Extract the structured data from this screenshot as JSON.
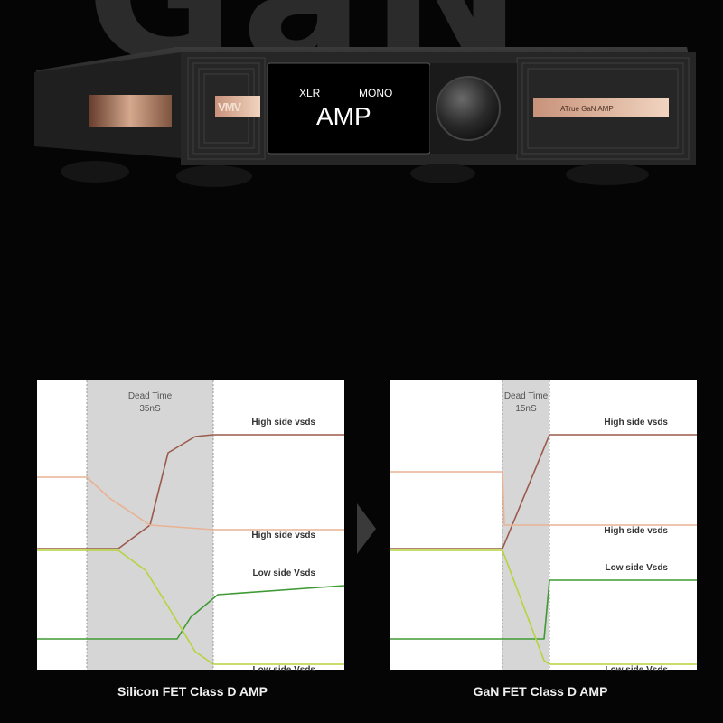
{
  "background_word": "GaN",
  "product": {
    "logo": "VMV",
    "screen": {
      "mode_left": "XLR",
      "mode_right": "MONO",
      "main": "AMP"
    },
    "side_label": "ATrue GaN AMP"
  },
  "transition_arrow": "arrow-right-icon",
  "colors": {
    "high_dark": "#9a5a4c",
    "high_light": "#e9b294",
    "low_dark": "#3f9a34",
    "low_light": "#b5d43c",
    "dead_band": "#d6d6d6"
  },
  "chart_data": [
    {
      "type": "line",
      "title": "Silicon FET Class D AMP",
      "annotation": "Dead Time\n35nS",
      "annotation_lines": [
        "Dead Time",
        "35nS"
      ],
      "dead_time_ns": 35,
      "x_range": [
        0,
        340
      ],
      "y_range": [
        0,
        320
      ],
      "dead_band": [
        55,
        195
      ],
      "series": [
        {
          "name": "High side vsds",
          "color": "#9a5a4c",
          "points": [
            [
              0,
              134
            ],
            [
              90,
              134
            ],
            [
              125,
              160
            ],
            [
              145,
              240
            ],
            [
              175,
              258
            ],
            [
              195,
              260
            ],
            [
              340,
              260
            ]
          ]
        },
        {
          "name": "High side vsds",
          "color": "#e9b294",
          "points": [
            [
              0,
              213
            ],
            [
              55,
              213
            ],
            [
              80,
              190
            ],
            [
              125,
              160
            ],
            [
              195,
              155
            ],
            [
              340,
              155
            ]
          ]
        },
        {
          "name": "Low side Vsds",
          "color": "#3f9a34",
          "points": [
            [
              0,
              34
            ],
            [
              155,
              34
            ],
            [
              170,
              58
            ],
            [
              200,
              83
            ],
            [
              340,
              93
            ]
          ]
        },
        {
          "name": "Low side Vsds",
          "color": "#b5d43c",
          "points": [
            [
              0,
              132
            ],
            [
              90,
              132
            ],
            [
              120,
              110
            ],
            [
              145,
              70
            ],
            [
              175,
              20
            ],
            [
              195,
              6
            ],
            [
              340,
              6
            ]
          ]
        }
      ]
    },
    {
      "type": "line",
      "title": "GaN FET Class D AMP",
      "annotation": "Dead Time\n15nS",
      "annotation_lines": [
        "Dead Time",
        "15nS"
      ],
      "dead_time_ns": 15,
      "x_range": [
        0,
        340
      ],
      "y_range": [
        0,
        320
      ],
      "dead_band": [
        125,
        177
      ],
      "series": [
        {
          "name": "High side vsds",
          "color": "#9a5a4c",
          "points": [
            [
              0,
              134
            ],
            [
              125,
              134
            ],
            [
              177,
              260
            ],
            [
              340,
              260
            ]
          ]
        },
        {
          "name": "High side vsds",
          "color": "#e9b294",
          "points": [
            [
              0,
              219
            ],
            [
              125,
              219
            ],
            [
              127,
              160
            ],
            [
              177,
              160
            ],
            [
              340,
              160
            ]
          ]
        },
        {
          "name": "Low side Vsds",
          "color": "#3f9a34",
          "points": [
            [
              0,
              34
            ],
            [
              171,
              34
            ],
            [
              177,
              99
            ],
            [
              340,
              99
            ]
          ]
        },
        {
          "name": "Low side Vsds",
          "color": "#b5d43c",
          "points": [
            [
              0,
              132
            ],
            [
              125,
              132
            ],
            [
              171,
              10
            ],
            [
              177,
              6
            ],
            [
              340,
              6
            ]
          ]
        }
      ]
    }
  ]
}
